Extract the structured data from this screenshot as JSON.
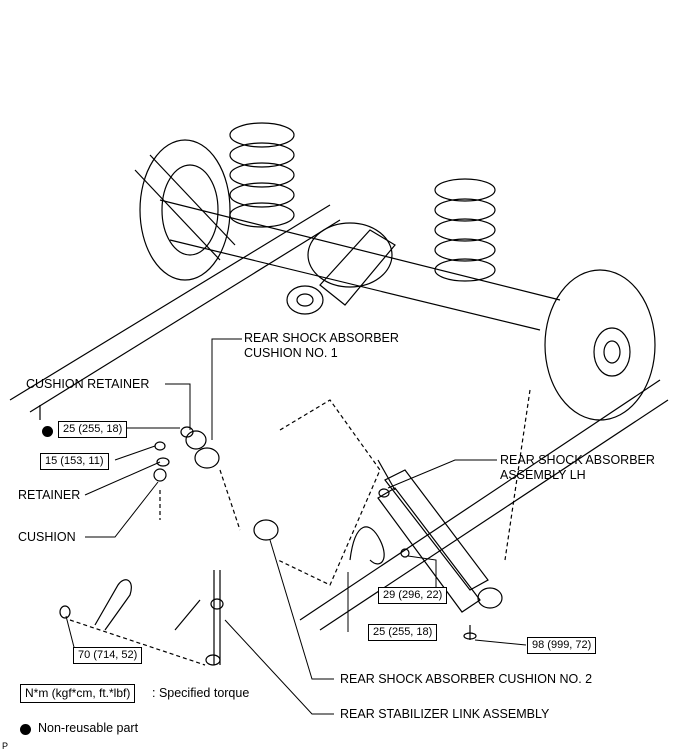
{
  "labels": {
    "cushion_no1": "REAR SHOCK ABSORBER\nCUSHION NO. 1",
    "cushion_retainer": "CUSHION RETAINER",
    "retainer": "RETAINER",
    "cushion": "CUSHION",
    "shock_assembly": "REAR SHOCK ABSORBER\nASSEMBLY LH",
    "cushion_no2": "REAR SHOCK ABSORBER CUSHION NO. 2",
    "stabilizer_link": "REAR STABILIZER LINK ASSEMBLY"
  },
  "torques": {
    "t25_top": "25 (255, 18)",
    "t15": "15 (153, 11)",
    "t29": "29 (296, 22)",
    "t25_bottom": "25 (255, 18)",
    "t98": "98 (999, 72)",
    "t70": "70 (714, 52)"
  },
  "legend": {
    "unit_box": "N*m (kgf*cm, ft.*lbf)",
    "unit_text": ": Specified torque",
    "nonreusable": "Non-reusable part"
  },
  "corner_mark": "P"
}
